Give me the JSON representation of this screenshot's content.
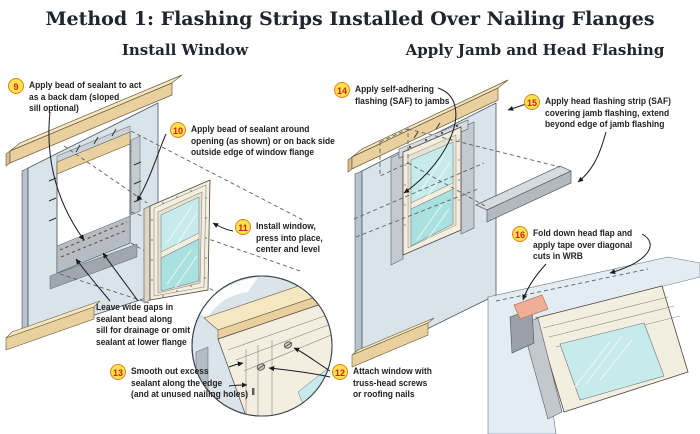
{
  "title": "Method 1: Flashing Strips Installed Over Nailing Flanges",
  "sections": {
    "left": {
      "heading": "Install Window"
    },
    "right": {
      "heading": "Apply Jamb and Head Flashing"
    }
  },
  "callouts": {
    "c9": {
      "num": "9",
      "text": "Apply bead of sealant to act\nas a back dam (sloped\nsill optional)"
    },
    "c10": {
      "num": "10",
      "text": "Apply bead of sealant around\nopening (as shown) or on back side\noutside edge of window flange"
    },
    "c11": {
      "num": "11",
      "text": "Install window,\npress into place,\ncenter and level"
    },
    "c12": {
      "num": "12",
      "text": "Attach window with\ntruss-head screws\nor roofing nails"
    },
    "c13": {
      "num": "13",
      "text": "Smooth out excess\nsealant along the edge\n(and at unused nailing holes)"
    },
    "c14": {
      "num": "14",
      "text": "Apply self-adhering\nflashing (SAF) to jambs"
    },
    "c15": {
      "num": "15",
      "text": "Apply head flashing strip (SAF)\ncovering jamb flashing, extend\nbeyond edge of jamb flashing"
    },
    "c16": {
      "num": "16",
      "text": "Fold down head flap and\napply tape over diagonal\ncuts in WRB"
    },
    "note_sill": {
      "text": "Leave wide gaps in\nsealant bead along\nsill for drainage or omit\nsealant at lower flange"
    }
  },
  "colors": {
    "badge-bg": "#ffe14a",
    "badge-border": "#e0821e",
    "badge-num": "#cf2027",
    "title-ink": "#20242e",
    "text-ink": "#232323",
    "wall-face": "#d9e3ea",
    "wall-edge": "#b7c4cd",
    "wood-top": "#f5e7c2",
    "wood-front": "#e9d09e",
    "glass-a": "#c6ebea",
    "glass-b": "#a9e0e0",
    "pan-gray": "#b5bcc3",
    "flash-gray": "#c9ced3",
    "tape-pink": "#efae97",
    "frame-cream": "#f3eee0"
  }
}
